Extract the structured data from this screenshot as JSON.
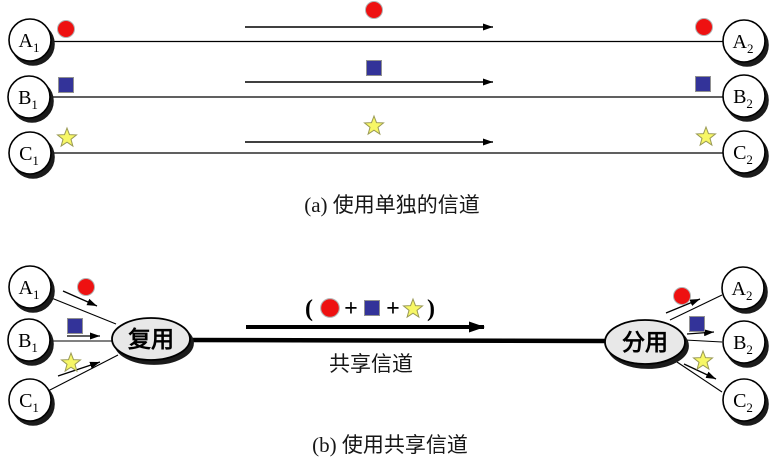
{
  "colors": {
    "red": "#ee1111",
    "blue": "#333399",
    "star": "#f7f766",
    "star_stroke": "#9a9a55",
    "node_fill": "#e8e8e8",
    "ink": "#000000"
  },
  "panel_a": {
    "caption": "(a) 使用单独的信道",
    "rows": [
      {
        "symbol": "red-circle",
        "left": {
          "letter": "A",
          "sub": "1"
        },
        "right": {
          "letter": "A",
          "sub": "2"
        }
      },
      {
        "symbol": "blue-square",
        "left": {
          "letter": "B",
          "sub": "1"
        },
        "right": {
          "letter": "B",
          "sub": "2"
        }
      },
      {
        "symbol": "yellow-star",
        "left": {
          "letter": "C",
          "sub": "1"
        },
        "right": {
          "letter": "C",
          "sub": "2"
        }
      }
    ]
  },
  "panel_b": {
    "caption": "(b) 使用共享信道",
    "mux_label": "复用",
    "demux_label": "分用",
    "channel_label": "共享信道",
    "sum_label": {
      "open": "(",
      "plus_1": "+",
      "plus_2": "+",
      "close": ")"
    },
    "senders": [
      {
        "letter": "A",
        "sub": "1"
      },
      {
        "letter": "B",
        "sub": "1"
      },
      {
        "letter": "C",
        "sub": "1"
      }
    ],
    "receivers": [
      {
        "letter": "A",
        "sub": "2"
      },
      {
        "letter": "B",
        "sub": "2"
      },
      {
        "letter": "C",
        "sub": "2"
      }
    ]
  }
}
